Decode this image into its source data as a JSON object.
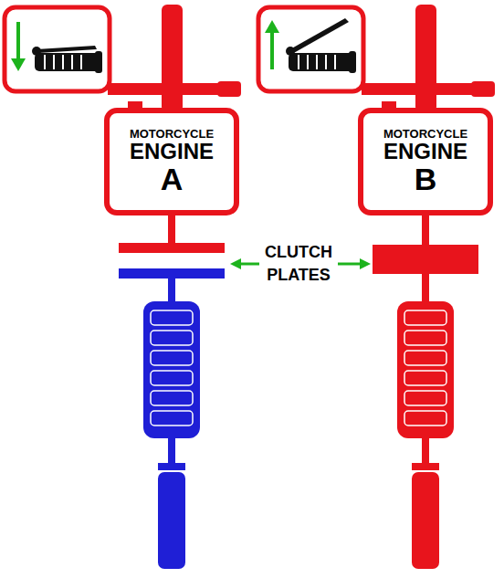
{
  "diagram": {
    "nodes": [
      {
        "text": [
          "MOTORCYCLE",
          "ENGINE",
          "A"
        ]
      },
      {
        "text": [
          "MOTORCYCLE",
          "ENGINE",
          "B"
        ]
      }
    ],
    "labels": [
      "CLUTCH PLATES"
    ]
  }
}
